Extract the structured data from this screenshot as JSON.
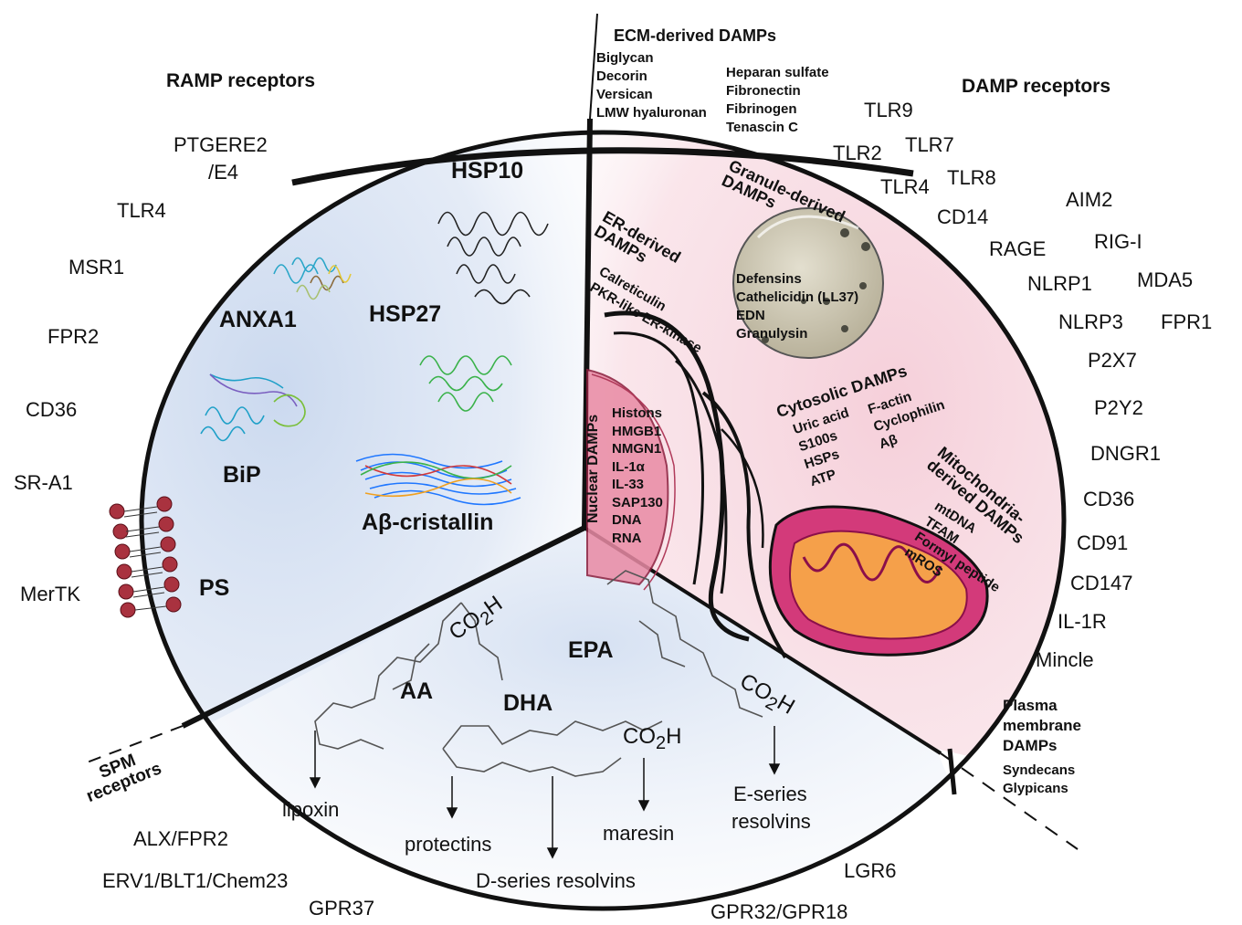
{
  "sections": {
    "ramp": {
      "title": "RAMP receptors",
      "receptors": [
        "PTGERE2",
        "/E4",
        "TLR4",
        "MSR1",
        "FPR2",
        "CD36",
        "SR-A1",
        "MerTK"
      ],
      "molecules": [
        "HSP10",
        "ANXA1",
        "HSP27",
        "BiP",
        "Aβ-cristallin",
        "PS"
      ]
    },
    "damp": {
      "title": "DAMP receptors",
      "receptors": [
        "TLR9",
        "TLR2",
        "TLR7",
        "TLR4",
        "TLR8",
        "CD14",
        "AIM2",
        "RAGE",
        "RIG-I",
        "NLRP1",
        "MDA5",
        "NLRP3",
        "FPR1",
        "P2X7",
        "P2Y2",
        "DNGR1",
        "CD36",
        "CD91",
        "CD147",
        "IL-1R",
        "Mincle"
      ]
    },
    "spm": {
      "title_line1": "SPM",
      "title_line2": "receptors",
      "receptors": [
        "ALX/FPR2",
        "ERV1/BLT1/Chem23",
        "GPR37",
        "LGR6",
        "GPR32/GPR18"
      ],
      "fatty_acids": [
        "AA",
        "DHA",
        "EPA"
      ],
      "formula_co2h": "CO",
      "formula_sub": "2",
      "formula_h": "H",
      "mediators": [
        "lipoxin",
        "protectins",
        "D-series resolvins",
        "maresin",
        "E-series",
        "resolvins"
      ]
    }
  },
  "ecm": {
    "title": "ECM-derived DAMPs",
    "col1": [
      "Biglycan",
      "Decorin",
      "Versican",
      "LMW hyaluronan"
    ],
    "col2": [
      "Heparan sulfate",
      "Fibronectin",
      "Fibrinogen",
      "Tenascin C"
    ]
  },
  "granule": {
    "title_line1": "Granule-derived",
    "title_line2": "DAMPs",
    "items": [
      "Defensins",
      "Cathelicidin (LL37)",
      "EDN",
      "Granulysin"
    ]
  },
  "er": {
    "title_line1": "ER-derived",
    "title_line2": "DAMPs",
    "items": [
      "Calreticulin",
      "PKR-like ER-kinase"
    ]
  },
  "nuclear": {
    "title": "Nuclear DAMPs",
    "items": [
      "Histons",
      "HMGB1",
      "NMGN1",
      "IL-1α",
      "IL-33",
      "SAP130",
      "DNA",
      "RNA"
    ]
  },
  "cytosolic": {
    "title": "Cytosolic DAMPs",
    "col1": [
      "Uric acid",
      "S100s",
      "HSPs",
      "ATP"
    ],
    "col2": [
      "F-actin",
      "Cyclophilin",
      "Aβ"
    ]
  },
  "mito": {
    "title_line1": "Mitochondria-",
    "title_line2": "derived DAMPs",
    "items": [
      "mtDNA",
      "TFAM",
      "Formyl peptide",
      "mROS"
    ]
  },
  "plasma": {
    "title_lines": [
      "Plasma",
      "membrane",
      "DAMPs"
    ],
    "items": [
      "Syndecans",
      "Glypicans"
    ]
  },
  "colors": {
    "ramp_bg": "#c9d8ee",
    "damp_bg": "#f6d3dc",
    "outline": "#111111",
    "mito_outer": "#c2185b",
    "mito_inner": "#f7a531",
    "granule": "#cfc9b4",
    "nucleus": "#e7849f"
  }
}
